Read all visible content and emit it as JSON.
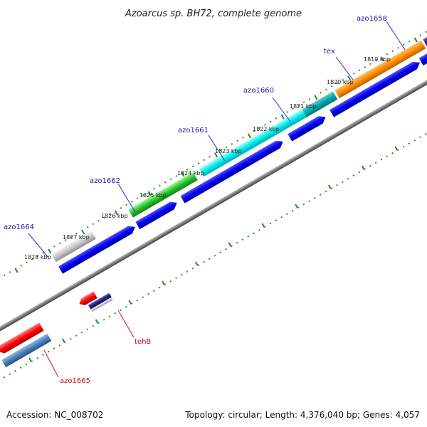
{
  "title": "Azoarcus sp. BH72, complete genome",
  "footer": {
    "accession": "Accession: NC_008702",
    "topology": "Topology: circular; Length: 4,376,040 bp; Genes: 4,057"
  },
  "kbp_labels": [
    "1819 kbp",
    "1820 kbp",
    "1821 kbp",
    "1822 kbp",
    "1823 kbp",
    "1824 kbp",
    "1825 kbp",
    "1826 kbp",
    "1827 kbp",
    "1828 kbp"
  ],
  "forward_genes": [
    {
      "name": "azo1658",
      "color": "#7a7a30",
      "label": "azo1658"
    },
    {
      "name": "tex",
      "color": "#ff8c00",
      "label": "tex"
    },
    {
      "name": "azo1660",
      "color": "#00a0a0",
      "label": "azo1660"
    },
    {
      "name": "azo1661",
      "color": "#00e0e0",
      "label": "azo1661"
    },
    {
      "name": "azo1662",
      "color": "#30c030",
      "label": "azo1662"
    },
    {
      "name": "azo1664",
      "color": "#c0c0c0",
      "label": "azo1664"
    }
  ],
  "reverse_genes": [
    {
      "name": "tehB",
      "color": "#ff0000",
      "label": "tehB"
    },
    {
      "name": "azo1665",
      "color": "#ff0000",
      "label": "azo1665"
    }
  ],
  "colors": {
    "cds_blue": "#0000ee",
    "backbone": "#808080",
    "tick_green": "#228b22"
  }
}
